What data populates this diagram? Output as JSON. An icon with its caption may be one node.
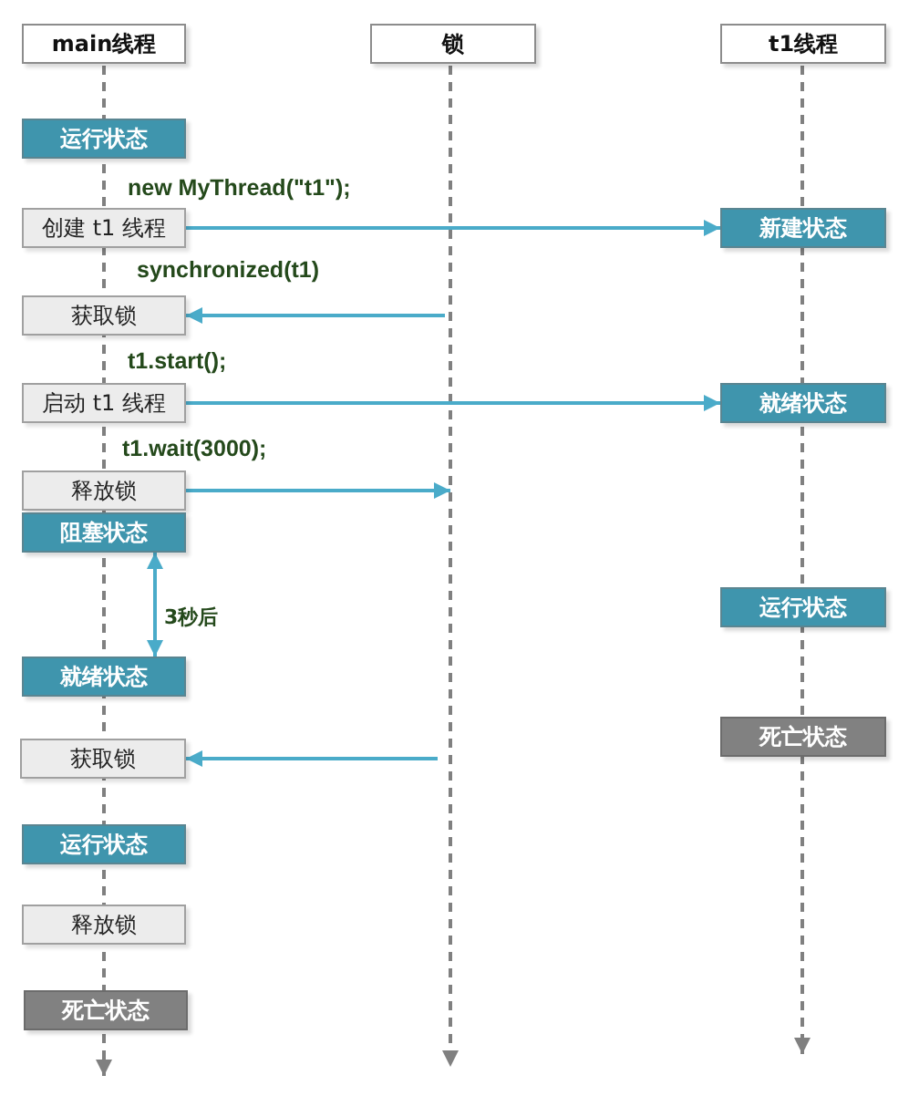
{
  "diagram": {
    "nodes": [
      {
        "text": [
          "main线程"
        ]
      },
      {
        "text": [
          "锁"
        ]
      },
      {
        "text": [
          "t1线程"
        ]
      },
      {
        "text": [
          "运行状态"
        ]
      },
      {
        "text": [
          "创建 t1 线程"
        ],
        "beside": [
          "new MyThread(\"t1\");"
        ]
      },
      {
        "text": [
          "新建状态"
        ]
      },
      {
        "text": [
          "获取锁"
        ],
        "beside": [
          "synchronized(t1)"
        ]
      },
      {
        "text": [
          "启动 t1 线程"
        ],
        "beside": [
          "t1.start();"
        ]
      },
      {
        "text": [
          "就绪状态"
        ]
      },
      {
        "text": [
          "释放锁"
        ],
        "beside": [
          "t1.wait(3000);"
        ]
      },
      {
        "text": [
          "阻塞状态"
        ]
      },
      {
        "text": [
          "运行状态"
        ]
      },
      {
        "text": [
          "就绪状态"
        ]
      },
      {
        "text": [
          "死亡状态"
        ]
      },
      {
        "text": [
          "获取锁"
        ]
      },
      {
        "text": [
          "运行状态"
        ]
      },
      {
        "text": [
          "释放锁"
        ]
      },
      {
        "text": [
          "死亡状态"
        ]
      }
    ],
    "edges": [
      {
        "from": 4,
        "to": 5,
        "arrow": "to"
      },
      {
        "from": null,
        "to": 6,
        "arrow": "to"
      },
      {
        "from": 7,
        "to": 8,
        "arrow": "to"
      },
      {
        "from": 9,
        "to": null,
        "arrow": "to"
      },
      {
        "from": 10,
        "to": 12,
        "arrow": "both",
        "label": "3秒后"
      },
      {
        "from": null,
        "to": 14,
        "arrow": "to"
      }
    ]
  }
}
